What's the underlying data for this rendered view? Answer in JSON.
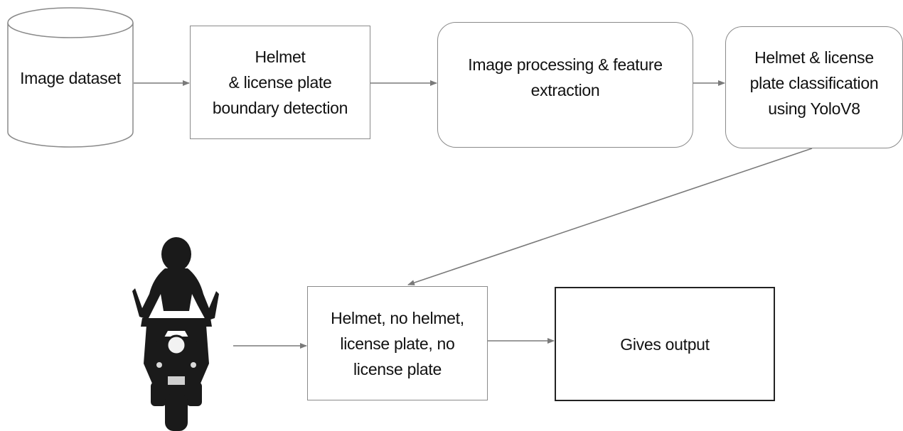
{
  "diagram": {
    "nodes": {
      "dataset": {
        "lines": [
          "Image dataset"
        ]
      },
      "boundary": {
        "lines": [
          "Helmet",
          "& license plate",
          "boundary detection"
        ]
      },
      "processing": {
        "lines": [
          "Image processing & feature",
          "extraction"
        ]
      },
      "classification": {
        "lines": [
          "Helmet & license",
          "plate classification",
          "using YoloV8"
        ]
      },
      "results": {
        "lines": [
          "Helmet, no helmet,",
          "license plate, no",
          "license plate"
        ]
      },
      "output": {
        "lines": [
          "Gives output"
        ]
      }
    },
    "edges": [
      {
        "from": "dataset",
        "to": "boundary"
      },
      {
        "from": "boundary",
        "to": "processing"
      },
      {
        "from": "processing",
        "to": "classification"
      },
      {
        "from": "classification",
        "to": "results"
      },
      {
        "from": "rider_image",
        "to": "results"
      },
      {
        "from": "results",
        "to": "output"
      }
    ],
    "images": [
      {
        "id": "rider_image",
        "icon": "motorcyclist-icon"
      }
    ],
    "colors": {
      "border": "#8a8a8a",
      "output_border": "#222222",
      "arrow": "#7a7a7a",
      "text": "#111111",
      "rider": "#1a1a1a"
    }
  }
}
